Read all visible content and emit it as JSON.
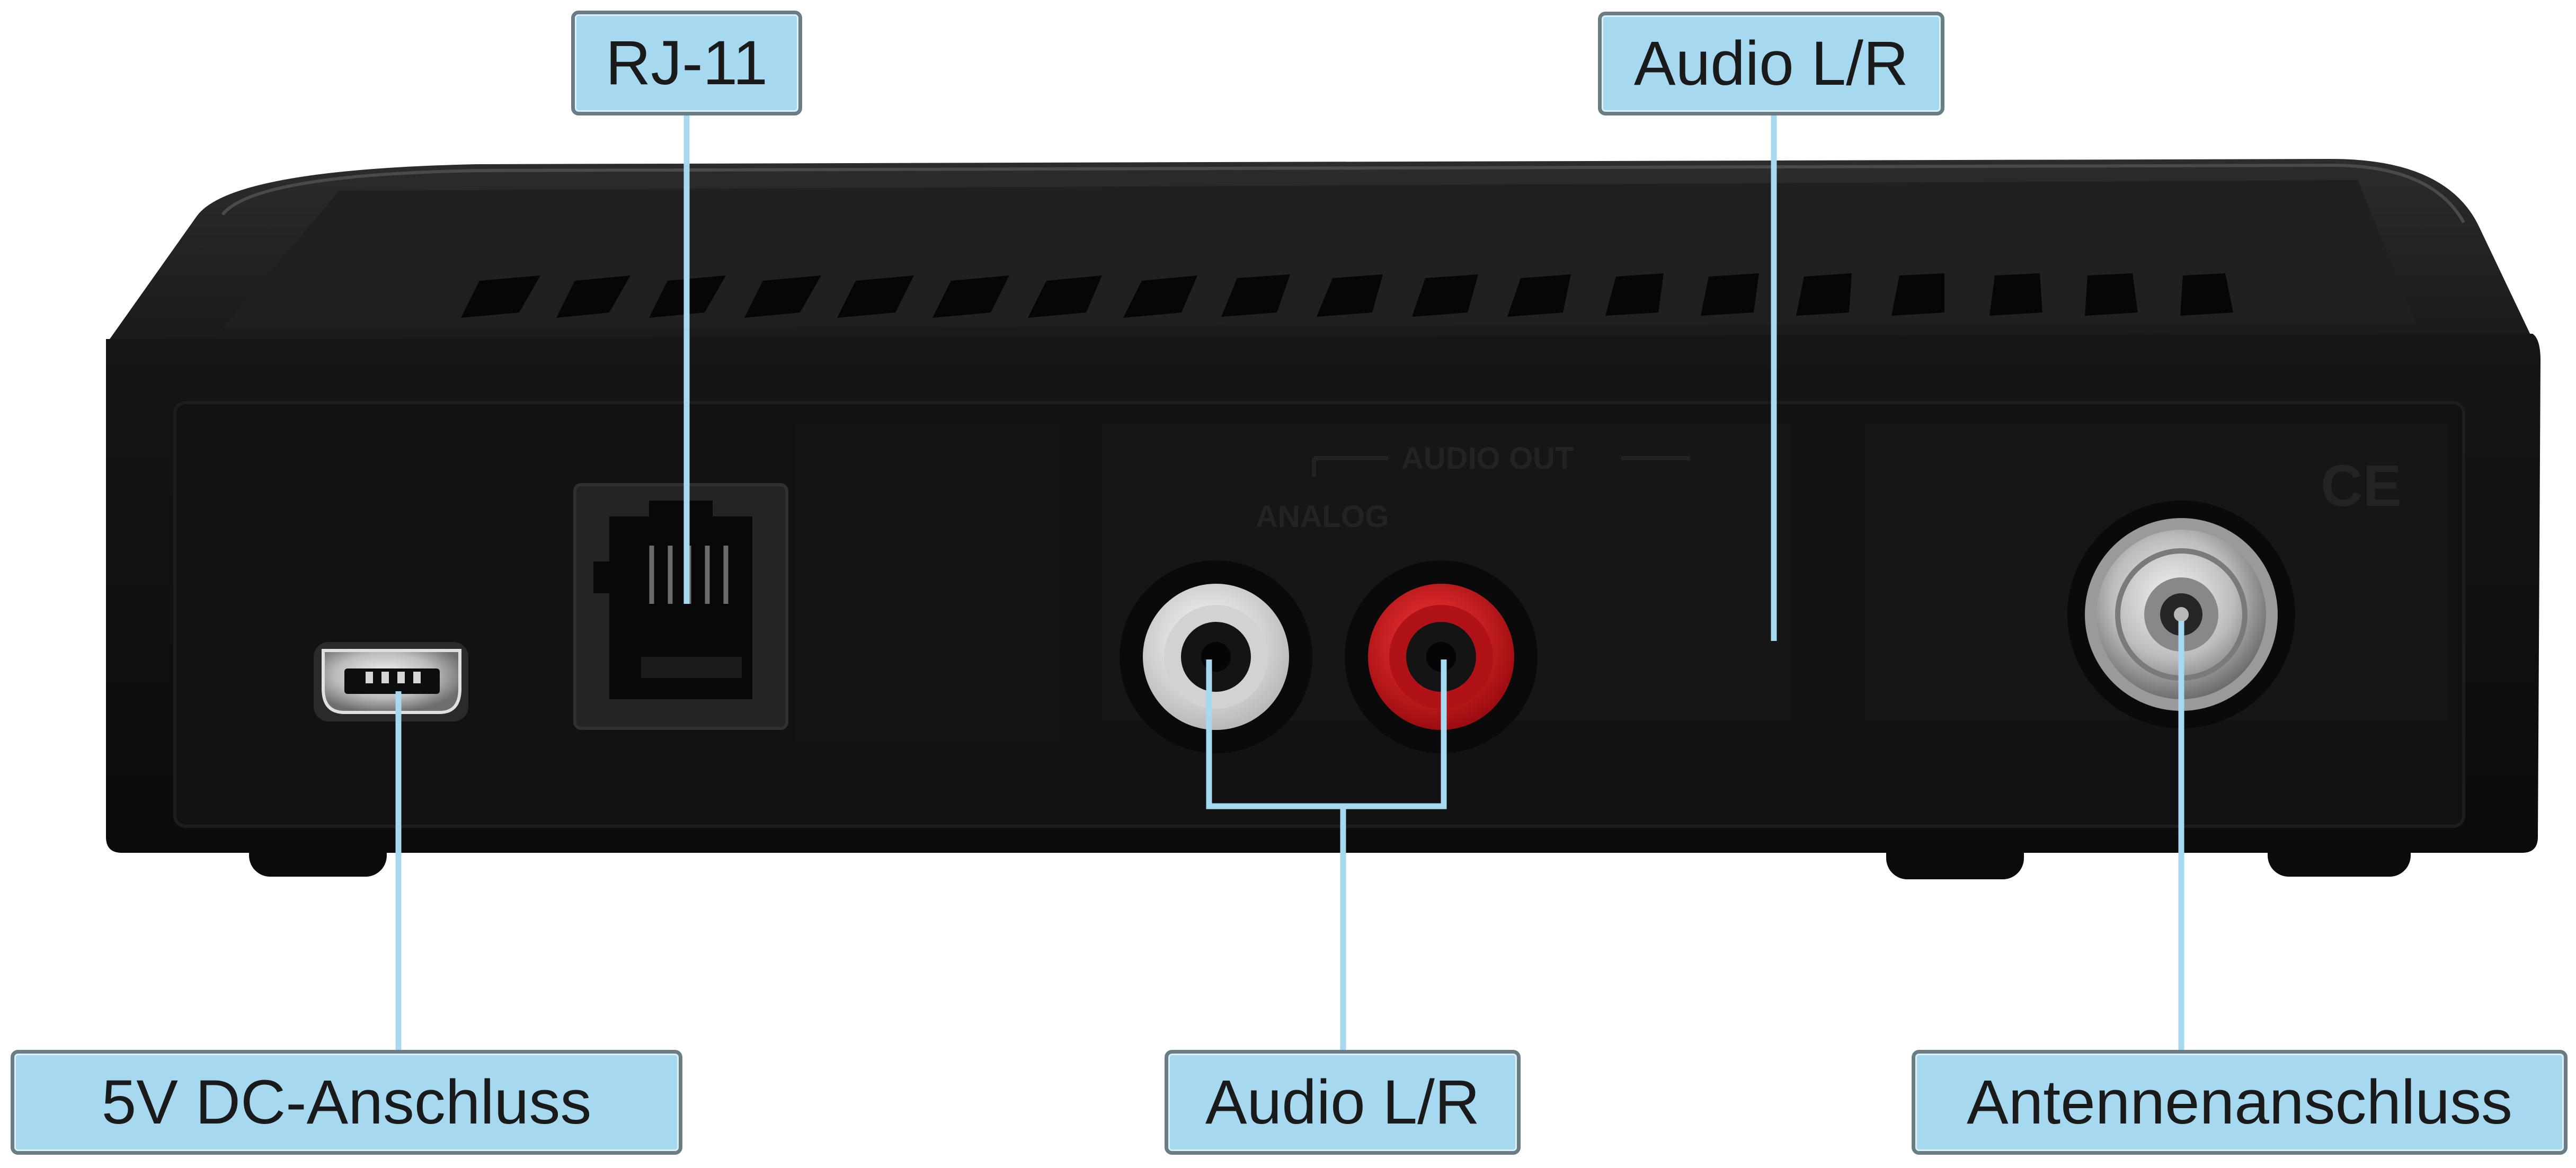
{
  "labels": {
    "rj11": "RJ-11",
    "audio_top": "Audio L/R",
    "dc": "5V DC-Anschluss",
    "audio_bottom": "Audio L/R",
    "antenna": "Antennenanschluss"
  },
  "panel_print": {
    "audio_out": "AUDIO OUT",
    "analog": "ANALOG",
    "ce": "CE"
  },
  "colors": {
    "label_fill": "#a6d9ef",
    "label_border": "#6a7d87",
    "leader_line": "#a6d9ef",
    "device_body": "#141414",
    "rca_left": "#e8e8e8",
    "rca_right": "#c8161c"
  }
}
